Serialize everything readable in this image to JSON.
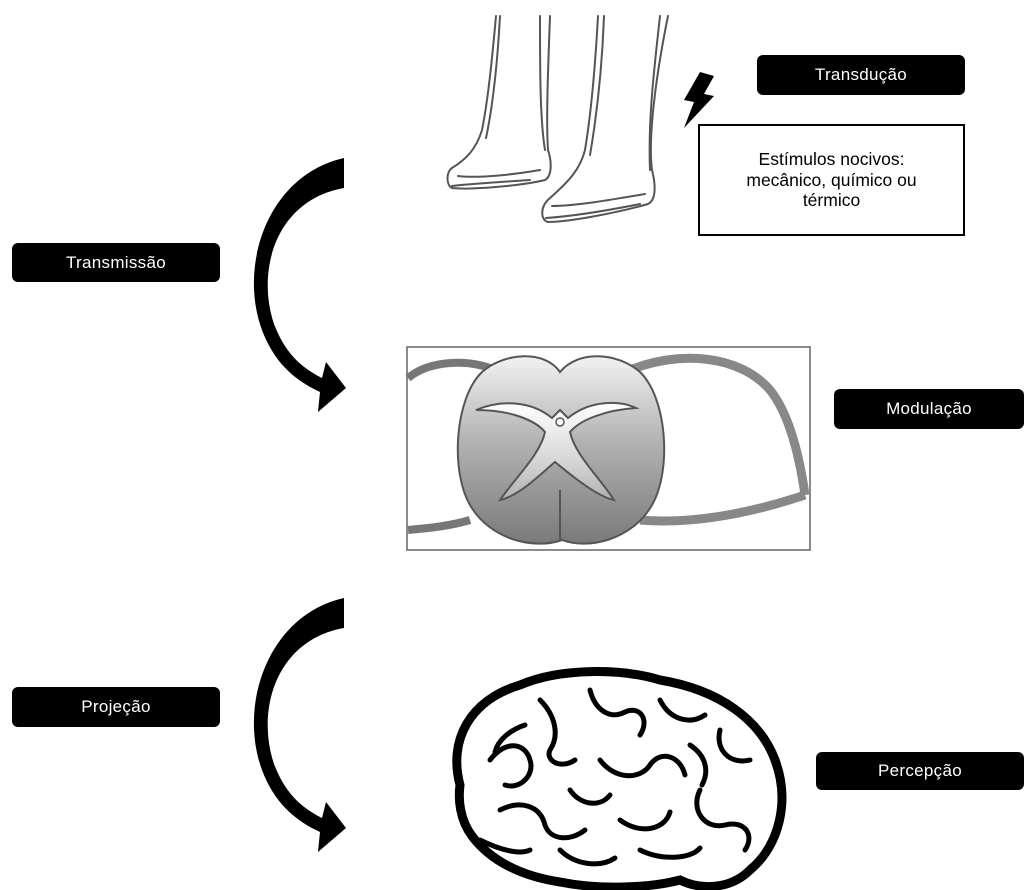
{
  "stages": {
    "transducao": "Transdução",
    "transmissao": "Transmissão",
    "modulacao": "Modulação",
    "projecao": "Projeção",
    "percepcao": "Percepção"
  },
  "stimulus_box": "Estímulos nocivos: mecânico, químico ou térmico",
  "colors": {
    "label_background": "#000000",
    "label_text": "#ffffff",
    "spinal_gray": "#8a8a8a"
  },
  "icons": [
    "paws-sketch-icon",
    "lightning-bolt-icon",
    "curved-arrow-icon",
    "spinal-cord-cross-section-icon",
    "brain-icon"
  ]
}
